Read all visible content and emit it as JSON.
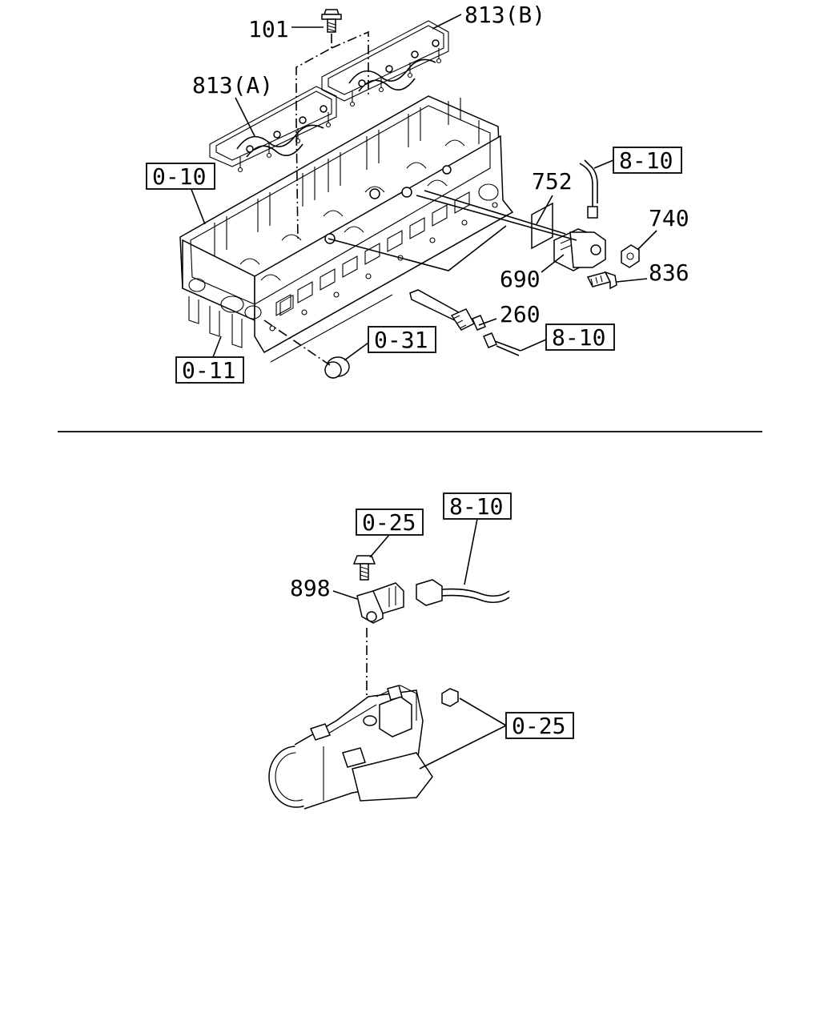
{
  "callouts": {
    "c101": "101",
    "c813b": "813(B)",
    "c813a": "813(A)",
    "c752": "752",
    "c740": "740",
    "c690": "690",
    "c836": "836",
    "c260": "260",
    "c898": "898"
  },
  "refs": {
    "r010": "0-10",
    "r011": "0-11",
    "r031": "0-31",
    "r810_top": "8-10",
    "r810_mid": "8-10",
    "r810_low": "8-10",
    "r025_top": "0-25",
    "r025_bot": "0-25"
  }
}
